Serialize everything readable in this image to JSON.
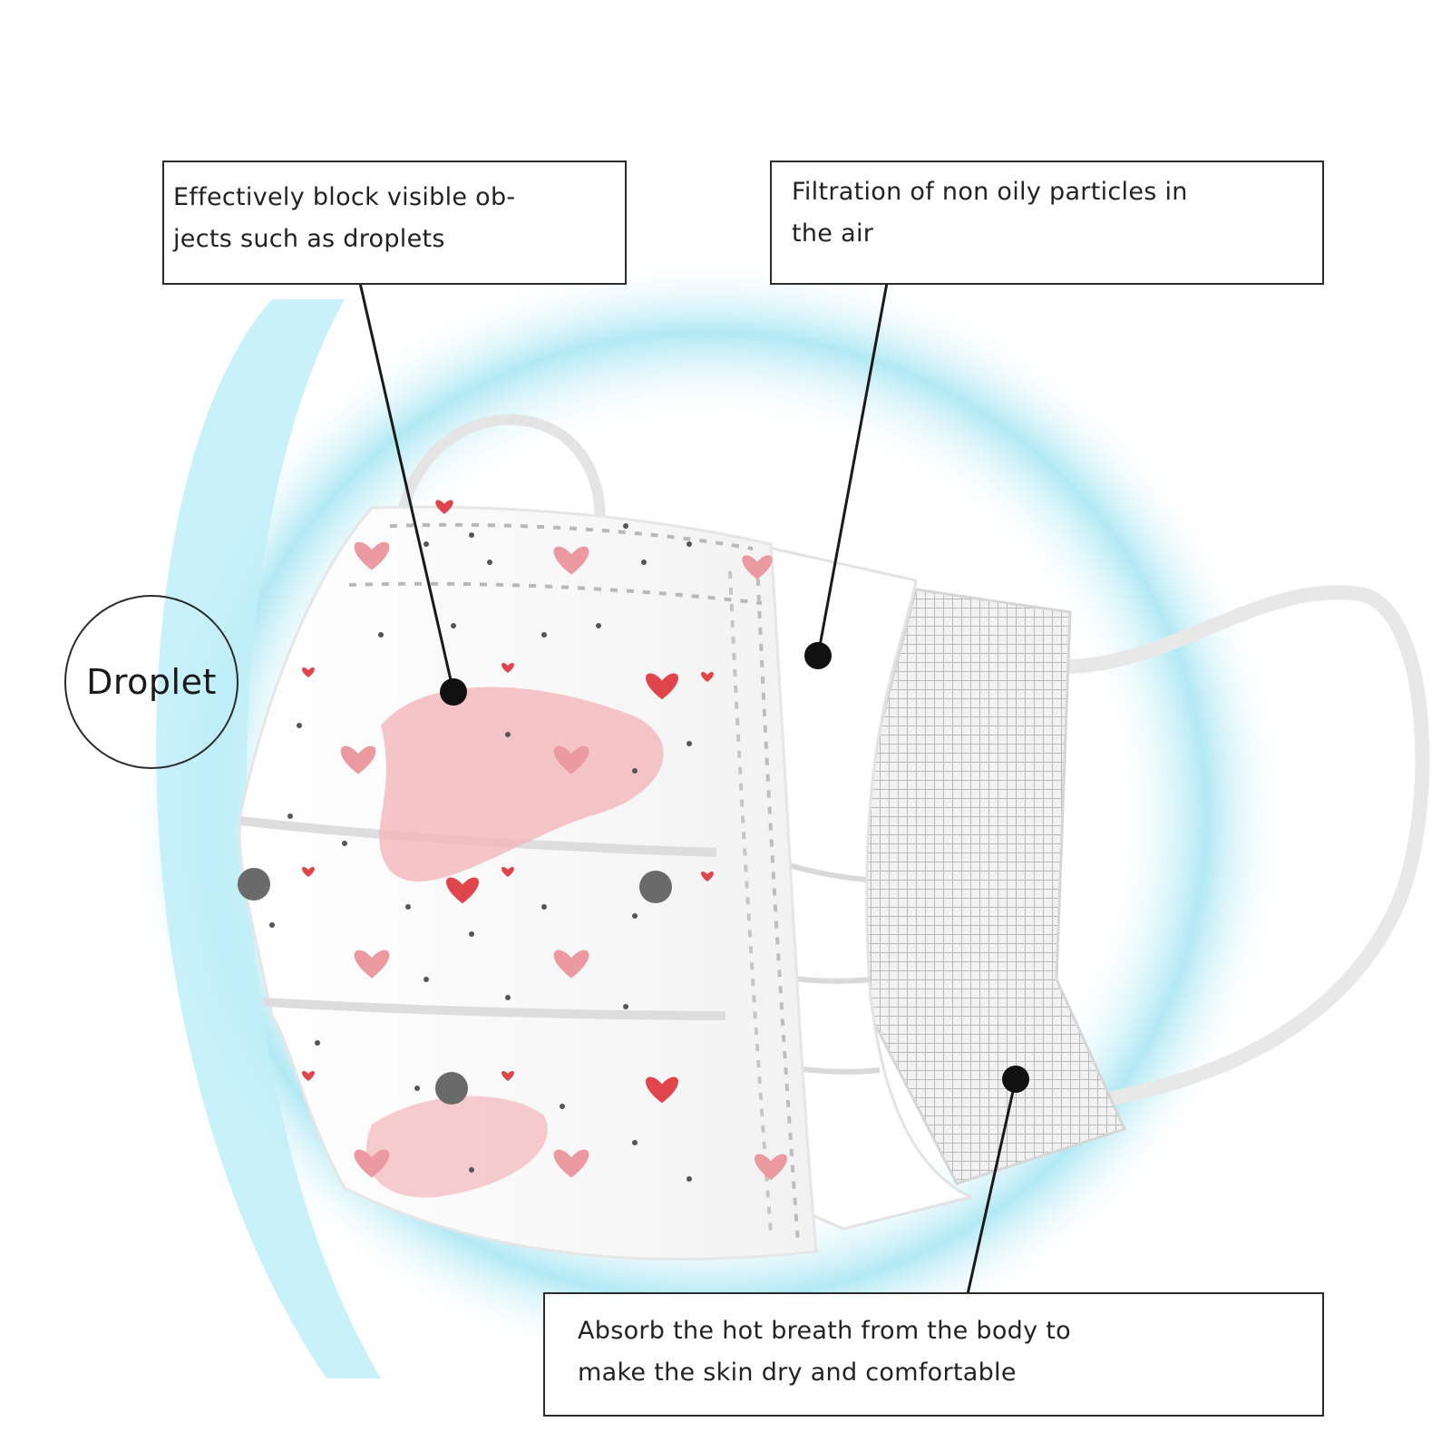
{
  "callouts": {
    "droplet_block": {
      "line1": "Effectively block visible ob-",
      "line2": "jects such as droplets"
    },
    "filtration": {
      "line1": "Filtration of non oily particles in",
      "line2": "the air"
    },
    "absorb": {
      "line1": "Absorb the hot breath from the body to",
      "line2": "make the skin dry and comfortable"
    }
  },
  "droplet_label": "Droplet",
  "colors": {
    "droplet_glow": "#a9e6f3",
    "heart_pink": "#ec9aa1",
    "heart_red": "#e0454b",
    "dot_gray": "#6a6a6a",
    "mesh_gray": "#c8c8c8",
    "outline": "#2b2b2b"
  },
  "icons": [
    "face-mask-illustration",
    "heart-icon",
    "marker-dot-icon"
  ]
}
